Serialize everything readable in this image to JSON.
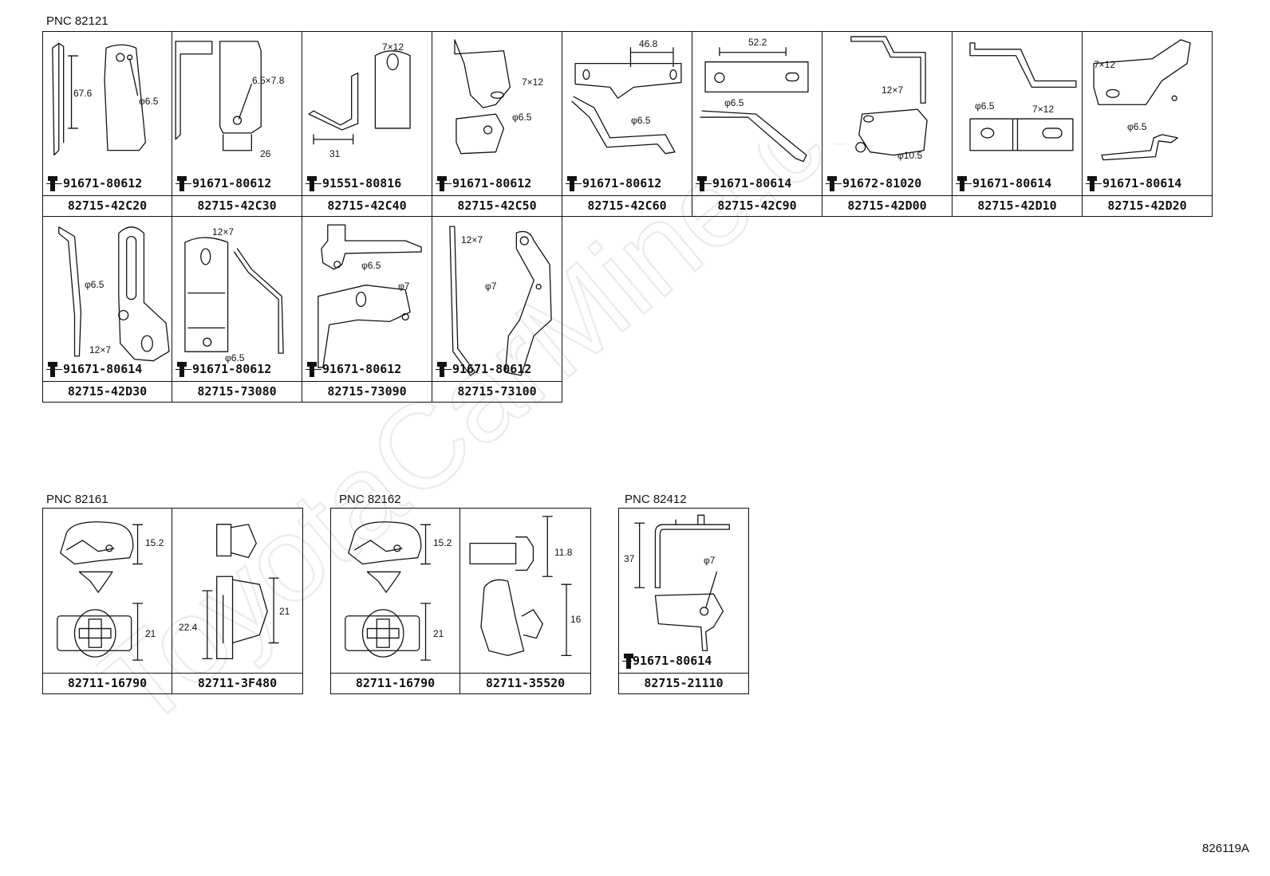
{
  "watermark": "ToyotaCarMine.com",
  "diagram_code": "826119A",
  "sections": [
    {
      "pnc": "PNC 82121",
      "cells": [
        {
          "part": "82715-42C20",
          "bolt": "91671-80612",
          "dims": [
            "67.6",
            "φ6.5"
          ]
        },
        {
          "part": "82715-42C30",
          "bolt": "91671-80612",
          "dims": [
            "6.5×7.8",
            "26"
          ]
        },
        {
          "part": "82715-42C40",
          "bolt": "91551-80816",
          "dims": [
            "7×12",
            "31"
          ]
        },
        {
          "part": "82715-42C50",
          "bolt": "91671-80612",
          "dims": [
            "7×12",
            "φ6.5"
          ]
        },
        {
          "part": "82715-42C60",
          "bolt": "91671-80612",
          "dims": [
            "46.8",
            "φ6.5"
          ]
        },
        {
          "part": "82715-42C90",
          "bolt": "91671-80614",
          "dims": [
            "52.2",
            "φ6.5"
          ]
        },
        {
          "part": "82715-42D00",
          "bolt": "91672-81020",
          "dims": [
            "12×7",
            "φ10.5"
          ]
        },
        {
          "part": "82715-42D10",
          "bolt": "91671-80614",
          "dims": [
            "φ6.5",
            "7×12"
          ]
        },
        {
          "part": "82715-42D20",
          "bolt": "91671-80614",
          "dims": [
            "7×12",
            "φ6.5"
          ]
        },
        {
          "part": "82715-42D30",
          "bolt": "91671-80614",
          "dims": [
            "φ6.5",
            "12×7"
          ]
        },
        {
          "part": "82715-73080",
          "bolt": "91671-80612",
          "dims": [
            "12×7",
            "φ6.5"
          ]
        },
        {
          "part": "82715-73090",
          "bolt": "91671-80612",
          "dims": [
            "φ6.5",
            "φ7"
          ]
        },
        {
          "part": "82715-73100",
          "bolt": "91671-80612",
          "dims": [
            "12×7",
            "φ7"
          ]
        }
      ]
    },
    {
      "pnc": "PNC 82161",
      "cells": [
        {
          "part": "82711-16790",
          "dims": [
            "15.2",
            "21"
          ]
        },
        {
          "part": "82711-3F480",
          "dims": [
            "22.4",
            "21"
          ]
        }
      ]
    },
    {
      "pnc": "PNC 82162",
      "cells": [
        {
          "part": "82711-16790",
          "dims": [
            "15.2",
            "21"
          ]
        },
        {
          "part": "82711-35520",
          "dims": [
            "11.8",
            "16"
          ]
        }
      ]
    },
    {
      "pnc": "PNC 82412",
      "cells": [
        {
          "part": "82715-21110",
          "bolt": "91671-80614",
          "dims": [
            "37",
            "φ7"
          ]
        }
      ]
    }
  ]
}
